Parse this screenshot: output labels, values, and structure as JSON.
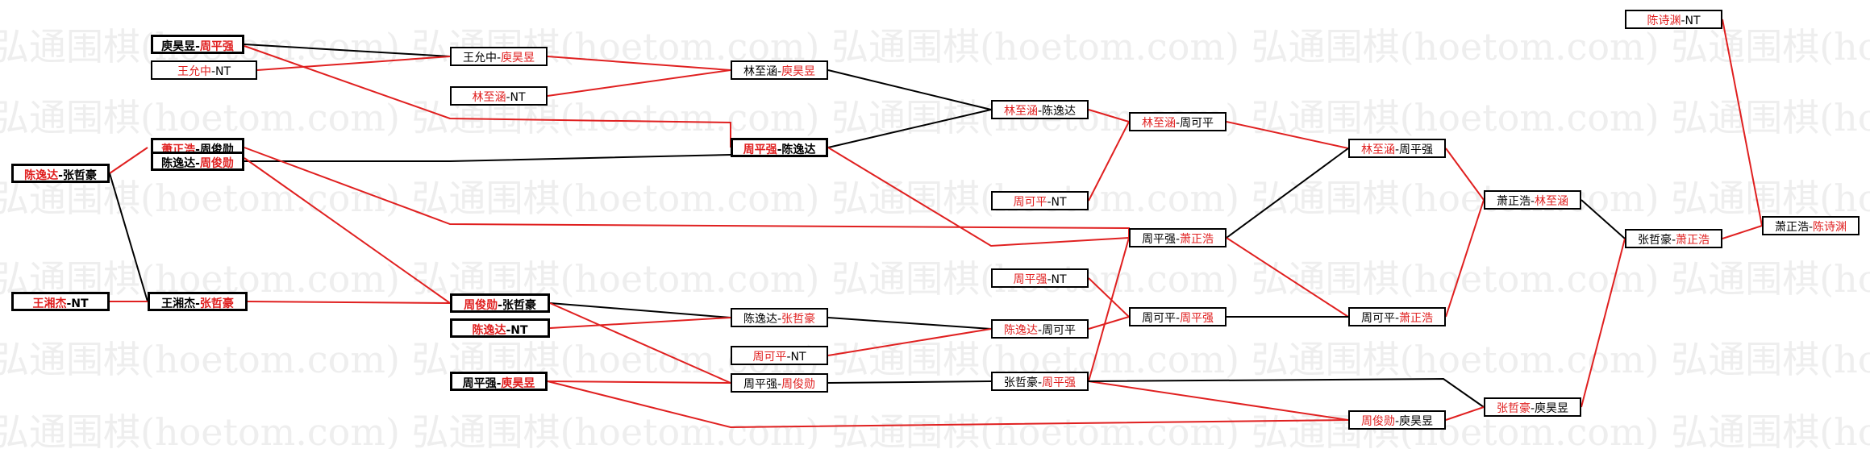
{
  "watermark": "弘通围棋(hoetom.com)",
  "colors": {
    "winner": "#e02020",
    "line_black": "#000000",
    "line_red": "#e02020",
    "watermark": "#eeeeee"
  },
  "nodes": {
    "n1": {
      "a": "庾昊昱",
      "b": "周平强",
      "w": "b",
      "thick": true
    },
    "n2": {
      "a": "王允中",
      "b": "NT",
      "w": "a",
      "thick": false
    },
    "n3": {
      "a": "萧正浩",
      "b": "周俊勋",
      "w": "a",
      "thick": true
    },
    "n4": {
      "a": "陈逸达",
      "b": "周俊勋",
      "w": "b",
      "thick": true
    },
    "n5": {
      "a": "陈逸达",
      "b": "张哲豪",
      "w": "a",
      "thick": true
    },
    "n6": {
      "a": "王湘杰",
      "b": "NT",
      "w": "a",
      "thick": true
    },
    "n7": {
      "a": "王湘杰",
      "b": "张哲豪",
      "w": "b",
      "thick": true
    },
    "n8": {
      "a": "王允中",
      "b": "庾昊昱",
      "w": "b",
      "thick": false
    },
    "n9": {
      "a": "林至涵",
      "b": "NT",
      "w": "a",
      "thick": false
    },
    "n10": {
      "a": "周俊勋",
      "b": "张哲豪",
      "w": "a",
      "thick": true
    },
    "n11": {
      "a": "陈逸达",
      "b": "NT",
      "w": "a",
      "thick": true
    },
    "n12": {
      "a": "周平强",
      "b": "庾昊昱",
      "w": "b",
      "thick": true
    },
    "n13": {
      "a": "林至涵",
      "b": "庾昊昱",
      "w": "b",
      "thick": false
    },
    "n14": {
      "a": "周平强",
      "b": "陈逸达",
      "w": "a",
      "thick": true
    },
    "n15": {
      "a": "陈逸达",
      "b": "张哲豪",
      "w": "b",
      "thick": false
    },
    "n16": {
      "a": "周可平",
      "b": "NT",
      "w": "a",
      "thick": false
    },
    "n17": {
      "a": "周平强",
      "b": "周俊勋",
      "w": "b",
      "thick": false
    },
    "n18": {
      "a": "林至涵",
      "b": "陈逸达",
      "w": "a",
      "thick": false
    },
    "n19": {
      "a": "周可平",
      "b": "NT",
      "w": "a",
      "thick": false
    },
    "n20": {
      "a": "周平强",
      "b": "NT",
      "w": "a",
      "thick": false
    },
    "n21": {
      "a": "陈逸达",
      "b": "周可平",
      "w": "a",
      "thick": false
    },
    "n22": {
      "a": "张哲豪",
      "b": "周平强",
      "w": "b",
      "thick": false
    },
    "n23": {
      "a": "林至涵",
      "b": "周可平",
      "w": "a",
      "thick": false
    },
    "n24": {
      "a": "周平强",
      "b": "萧正浩",
      "w": "b",
      "thick": false
    },
    "n25": {
      "a": "周可平",
      "b": "周平强",
      "w": "b",
      "thick": false
    },
    "n26": {
      "a": "林至涵",
      "b": "周平强",
      "w": "a",
      "thick": false
    },
    "n27": {
      "a": "周可平",
      "b": "萧正浩",
      "w": "b",
      "thick": false
    },
    "n28": {
      "a": "周俊勋",
      "b": "庾昊昱",
      "w": "a",
      "thick": false
    },
    "n29": {
      "a": "萧正浩",
      "b": "林至涵",
      "w": "b",
      "thick": false
    },
    "n30": {
      "a": "张哲豪",
      "b": "庾昊昱",
      "w": "a",
      "thick": false
    },
    "n31": {
      "a": "张哲豪",
      "b": "萧正浩",
      "w": "b",
      "thick": false
    },
    "n32": {
      "a": "陈诗渊",
      "b": "NT",
      "w": "a",
      "thick": false
    },
    "n33": {
      "a": "萧正浩",
      "b": "陈诗渊",
      "w": "b",
      "thick": false
    }
  }
}
